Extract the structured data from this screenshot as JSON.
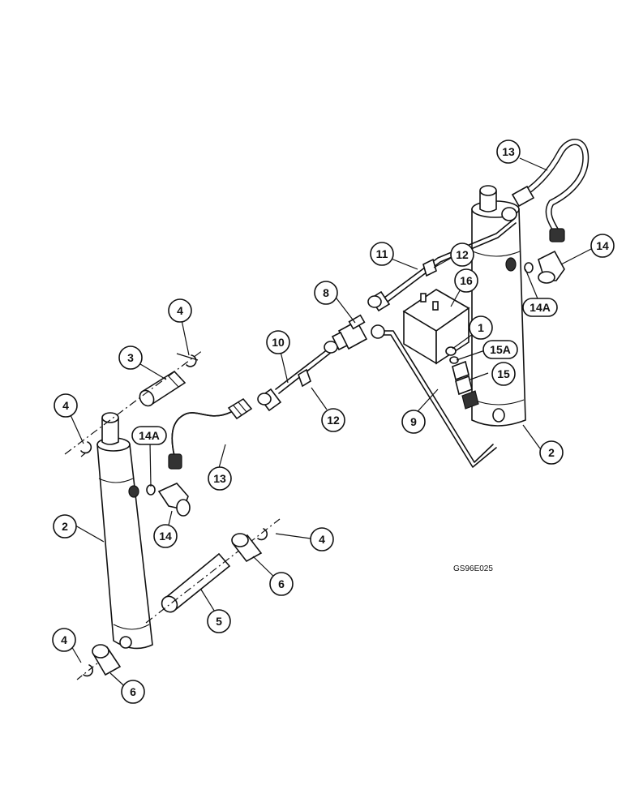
{
  "reference_code": "GS96E025",
  "callouts": [
    {
      "id": "c-13-top",
      "label": "13",
      "shape": "circle"
    },
    {
      "id": "c-14-right",
      "label": "14",
      "shape": "circle"
    },
    {
      "id": "c-14a-right",
      "label": "14A",
      "shape": "rounded"
    },
    {
      "id": "c-11",
      "label": "11",
      "shape": "circle"
    },
    {
      "id": "c-12-top",
      "label": "12",
      "shape": "circle"
    },
    {
      "id": "c-16",
      "label": "16",
      "shape": "circle"
    },
    {
      "id": "c-8",
      "label": "8",
      "shape": "circle"
    },
    {
      "id": "c-1",
      "label": "1",
      "shape": "circle"
    },
    {
      "id": "c-15a",
      "label": "15A",
      "shape": "rounded"
    },
    {
      "id": "c-15",
      "label": "15",
      "shape": "circle"
    },
    {
      "id": "c-10",
      "label": "10",
      "shape": "circle"
    },
    {
      "id": "c-4-top",
      "label": "4",
      "shape": "circle"
    },
    {
      "id": "c-3",
      "label": "3",
      "shape": "circle"
    },
    {
      "id": "c-4-left",
      "label": "4",
      "shape": "circle"
    },
    {
      "id": "c-14a-left",
      "label": "14A",
      "shape": "rounded"
    },
    {
      "id": "c-12-bottom",
      "label": "12",
      "shape": "circle"
    },
    {
      "id": "c-9",
      "label": "9",
      "shape": "circle"
    },
    {
      "id": "c-2-right",
      "label": "2",
      "shape": "circle"
    },
    {
      "id": "c-13-left",
      "label": "13",
      "shape": "circle"
    },
    {
      "id": "c-2-left",
      "label": "2",
      "shape": "circle"
    },
    {
      "id": "c-14-left",
      "label": "14",
      "shape": "circle"
    },
    {
      "id": "c-4-mid",
      "label": "4",
      "shape": "circle"
    },
    {
      "id": "c-6-mid",
      "label": "6",
      "shape": "circle"
    },
    {
      "id": "c-5",
      "label": "5",
      "shape": "circle"
    },
    {
      "id": "c-4-bottom",
      "label": "4",
      "shape": "circle"
    },
    {
      "id": "c-6-bottom",
      "label": "6",
      "shape": "circle"
    }
  ]
}
